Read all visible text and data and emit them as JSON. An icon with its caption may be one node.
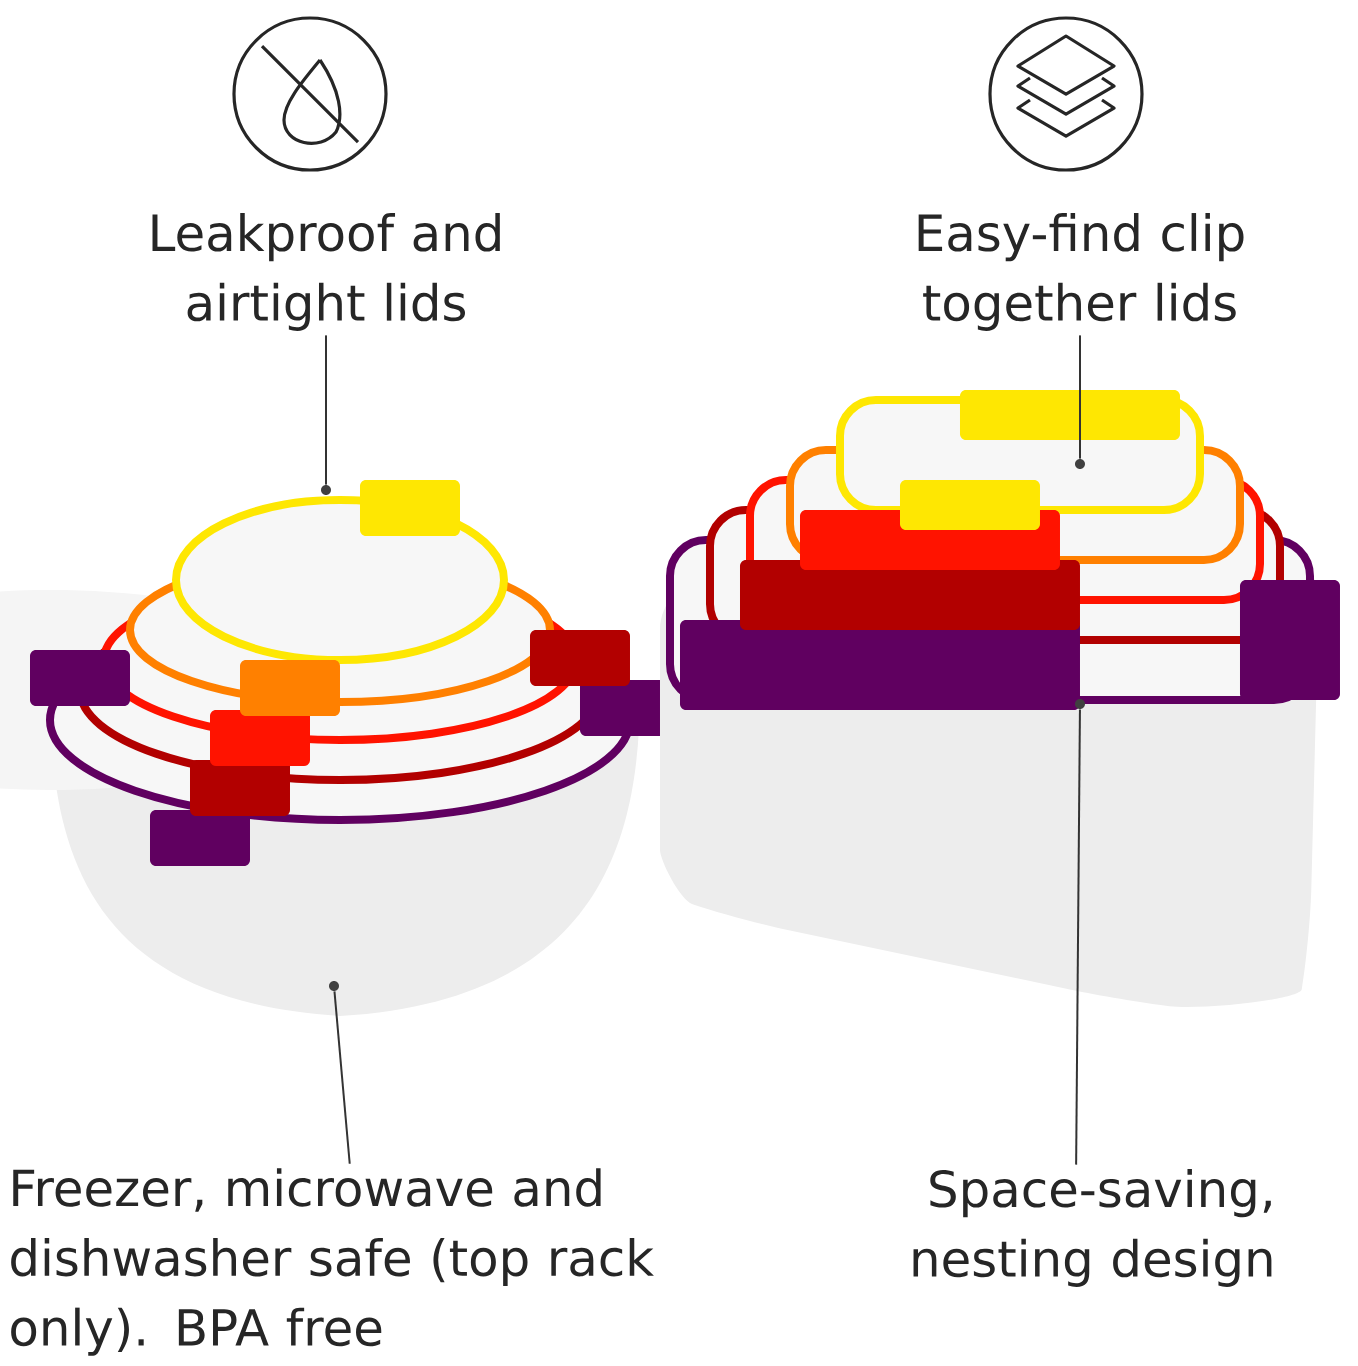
{
  "diagram": {
    "nodes": [
      {
        "text": [
          "Leakproof and airtight lids"
        ]
      },
      {
        "text": [],
        "shape": "circle"
      },
      {
        "text": [
          "Easy-find clip together lids"
        ]
      },
      {
        "text": [],
        "shape": "circle"
      },
      {
        "text": [
          "Freezer, microwave and dishwasher safe (top rack only). BPA free"
        ]
      },
      {
        "text": [],
        "shape": "circle"
      },
      {
        "text": [
          "Space-saving, nesting design"
        ]
      },
      {
        "text": [],
        "shape": "circle"
      }
    ],
    "edges": [
      {
        "from": 0,
        "to": 1,
        "arrow": "none"
      },
      {
        "from": 2,
        "to": 3,
        "arrow": "none"
      },
      {
        "from": 4,
        "to": 5,
        "arrow": "none"
      },
      {
        "from": 6,
        "to": 7,
        "arrow": "none"
      }
    ]
  }
}
